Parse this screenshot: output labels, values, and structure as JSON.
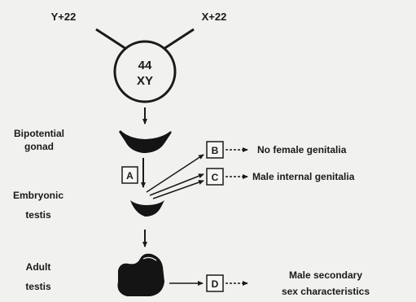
{
  "chromosomes": {
    "left_parent": "Y+22",
    "right_parent": "X+22",
    "zygote_number": "44",
    "zygote_sex": "XY"
  },
  "stages": {
    "bipotential_line1": "Bipotential",
    "bipotential_line2": "gonad",
    "embryonic_line1": "Embryonic",
    "embryonic_line2": "testis",
    "adult_line1": "Adult",
    "adult_line2": "testis"
  },
  "boxes": {
    "a": "A",
    "b": "B",
    "c": "C",
    "d": "D"
  },
  "outcomes": {
    "b_text": "No female genitalia",
    "c_text": "Male internal genitalia",
    "d_line1": "Male secondary",
    "d_line2": "sex characteristics"
  },
  "colors": {
    "background": "#f1f1ef",
    "ink": "#1a1a1a"
  }
}
